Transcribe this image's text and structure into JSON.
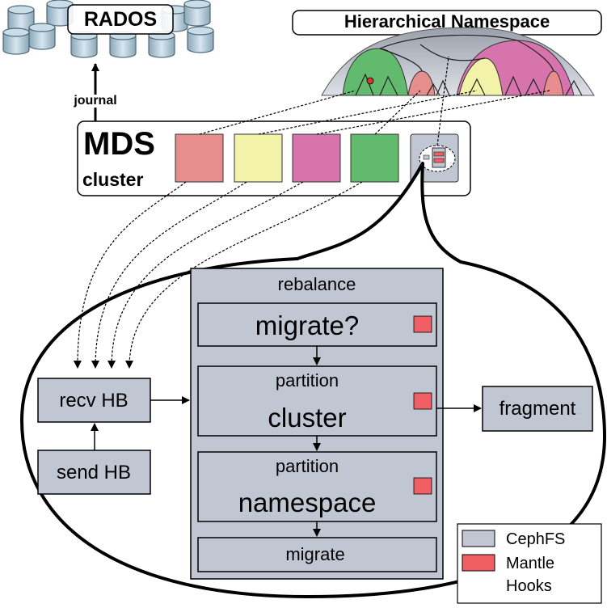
{
  "rados": {
    "title": "RADOS",
    "link_label": "journal"
  },
  "namespace": {
    "title": "Hierarchical Namespace"
  },
  "mds": {
    "title": "MDS",
    "subtitle": "cluster"
  },
  "balancer": {
    "title": "rebalance",
    "steps": {
      "migrate_q": "migrate?",
      "partition_cluster_top": "partition",
      "partition_cluster_bottom": "cluster",
      "partition_ns_top": "partition",
      "partition_ns_bottom": "namespace",
      "migrate": "migrate"
    }
  },
  "recv_hb": "recv HB",
  "send_hb": "send HB",
  "fragment": "fragment",
  "legend": {
    "cephfs": "CephFS",
    "mantle_line1": "Mantle",
    "mantle_line2": "Hooks"
  },
  "colors": {
    "cephfs": "#c1c6d3",
    "mantle_hook": "#ef5f63",
    "mds_red": "#e68d8d",
    "mds_yellow": "#f2f2a8",
    "mds_magenta": "#d774ad",
    "mds_green": "#62ba6e",
    "namespace_gray": "#bcc0cb"
  }
}
